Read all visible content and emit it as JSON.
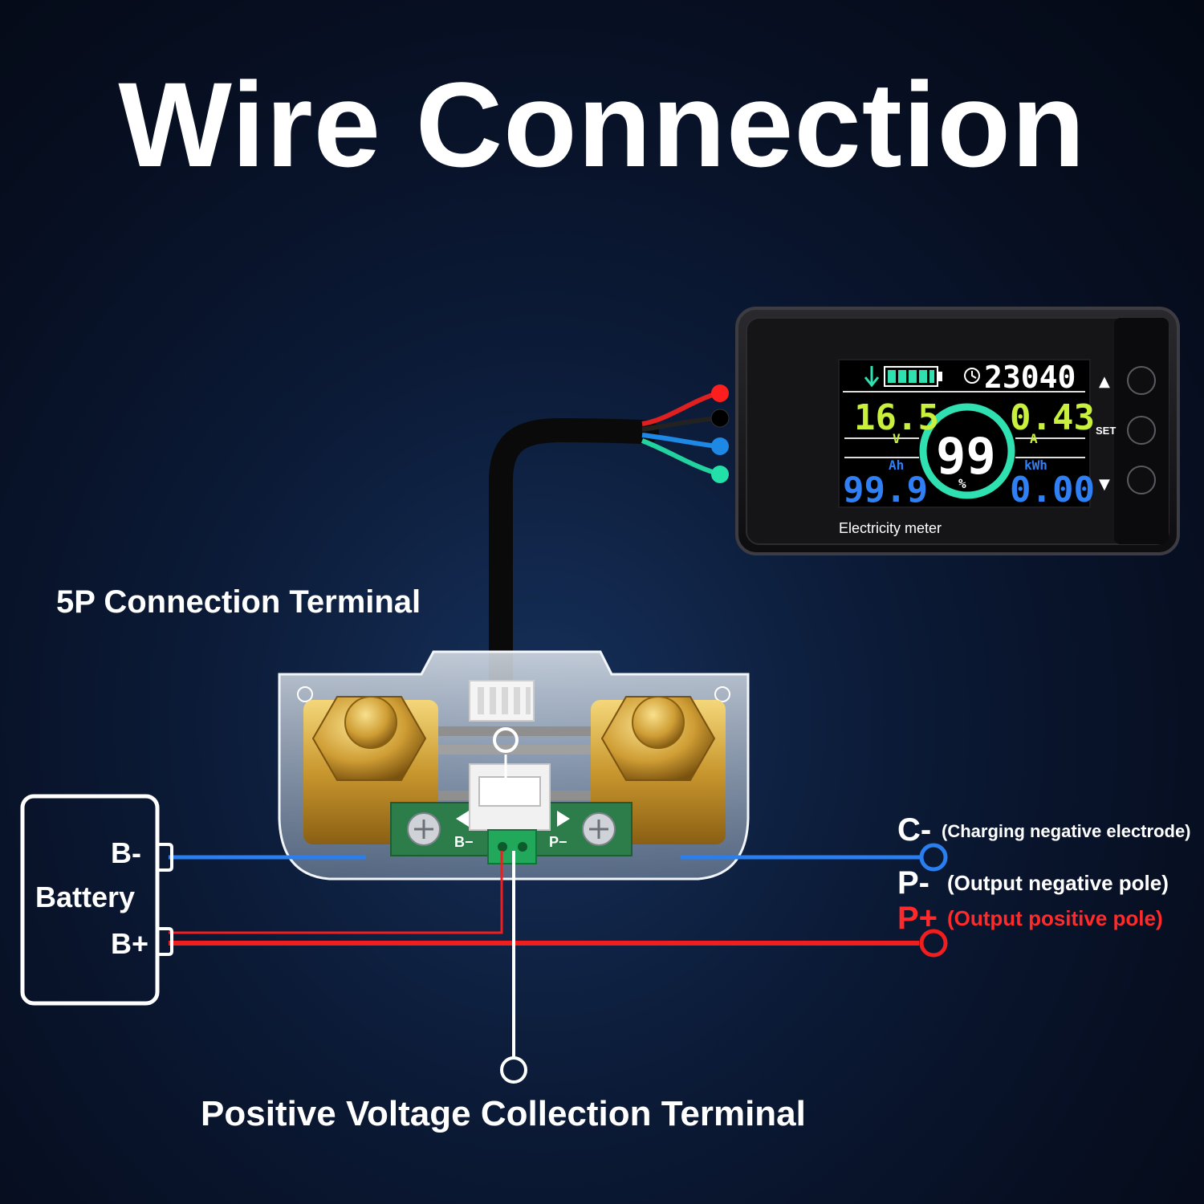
{
  "title": "Wire Connection",
  "labels": {
    "terminal_5p": "5P Connection Terminal",
    "positive_voltage": "Positive Voltage Collection Terminal",
    "battery": "Battery",
    "b_minus": "B-",
    "b_plus": "B+",
    "shunt_b_minus": "B−",
    "shunt_p_minus": "P−"
  },
  "outputs": [
    {
      "code": "C-",
      "desc": "(Charging negative electrode)",
      "color": "#ffffff"
    },
    {
      "code": "P-",
      "desc": "(Output negative pole)",
      "color": "#ffffff"
    },
    {
      "code": "P+",
      "desc": "(Output positive pole)",
      "color": "#ff2a2a"
    }
  ],
  "meter": {
    "caption": "Electricity meter",
    "time": "23040",
    "voltage": "16.5",
    "voltage_unit": "V",
    "current": "0.43",
    "current_unit": "A",
    "percent": "99",
    "percent_unit": "%",
    "capacity": "99.9",
    "capacity_unit": "Ah",
    "energy": "0.00",
    "energy_unit": "kWh",
    "set_label": "SET",
    "up_arrow": "▲",
    "down_arrow": "▼"
  },
  "colors": {
    "wire_blue": "#2a7ff0",
    "wire_red": "#f01e1e",
    "lcd_green": "#c8f03c",
    "lcd_blue": "#2f7ff5",
    "lcd_teal": "#2fe0b0"
  }
}
